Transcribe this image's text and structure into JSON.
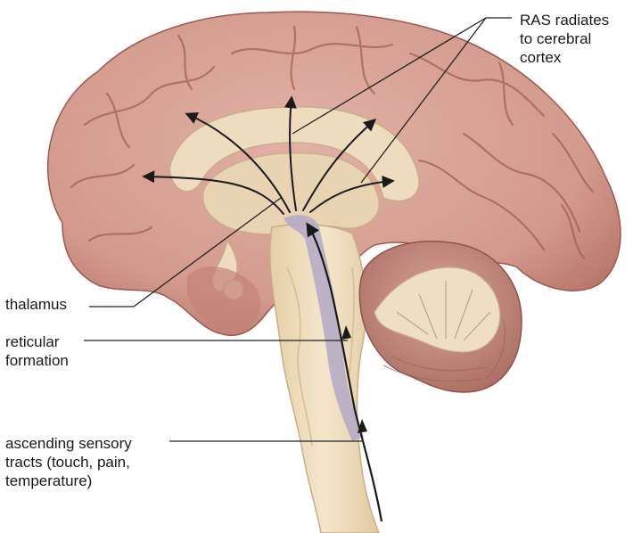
{
  "labels": {
    "ras": [
      "RAS radiates",
      "to cerebral",
      "cortex"
    ],
    "thalamus": [
      "thalamus"
    ],
    "reticular_formation": [
      "reticular",
      "formation"
    ],
    "ascending_tracts": [
      "ascending sensory",
      "tracts (touch, pain,",
      "temperature)"
    ]
  },
  "colors": {
    "cortex": "#d49a8e",
    "cortex_shadow": "#a8645a",
    "inner_tissue": "#eedcbf",
    "inner_shadow": "#d4bb98",
    "cerebellum": "#c79085",
    "cerebellum_inner": "#efdec6",
    "reticular": "#b3a9c6",
    "arrow": "#1a1a1a",
    "leader": "#222222"
  }
}
